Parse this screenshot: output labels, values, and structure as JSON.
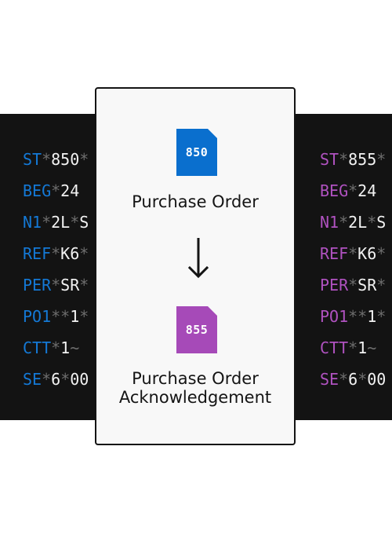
{
  "left_edi": {
    "color": "#1479d6",
    "lines": [
      {
        "seg": "ST",
        "rest": [
          {
            "sep": "*"
          },
          {
            "tok": "850"
          },
          {
            "sep": "*"
          }
        ]
      },
      {
        "seg": "BEG",
        "rest": [
          {
            "sep": "*"
          },
          {
            "tok": "24"
          }
        ]
      },
      {
        "seg": "N1",
        "rest": [
          {
            "sep": "*"
          },
          {
            "tok": "2L"
          },
          {
            "sep": "*"
          },
          {
            "tok": "S"
          }
        ]
      },
      {
        "seg": "REF",
        "rest": [
          {
            "sep": "*"
          },
          {
            "tok": "K6"
          },
          {
            "sep": "*"
          }
        ]
      },
      {
        "seg": "PER",
        "rest": [
          {
            "sep": "*"
          },
          {
            "tok": "SR"
          },
          {
            "sep": "*"
          }
        ]
      },
      {
        "seg": "PO1",
        "rest": [
          {
            "sep": "*"
          },
          {
            "sep": "*"
          },
          {
            "tok": "1"
          },
          {
            "sep": "*"
          }
        ]
      },
      {
        "seg": "CTT",
        "rest": [
          {
            "sep": "*"
          },
          {
            "tok": "1"
          },
          {
            "sep": "~"
          }
        ]
      },
      {
        "seg": "SE",
        "rest": [
          {
            "sep": "*"
          },
          {
            "tok": "6"
          },
          {
            "sep": "*"
          },
          {
            "tok": "00"
          }
        ]
      }
    ]
  },
  "right_edi": {
    "color": "#b052c0",
    "lines": [
      {
        "seg": "ST",
        "rest": [
          {
            "sep": "*"
          },
          {
            "tok": "855"
          },
          {
            "sep": "*"
          }
        ]
      },
      {
        "seg": "BEG",
        "rest": [
          {
            "sep": "*"
          },
          {
            "tok": "24"
          }
        ]
      },
      {
        "seg": "N1",
        "rest": [
          {
            "sep": "*"
          },
          {
            "tok": "2L"
          },
          {
            "sep": "*"
          },
          {
            "tok": "S"
          }
        ]
      },
      {
        "seg": "REF",
        "rest": [
          {
            "sep": "*"
          },
          {
            "tok": "K6"
          },
          {
            "sep": "*"
          }
        ]
      },
      {
        "seg": "PER",
        "rest": [
          {
            "sep": "*"
          },
          {
            "tok": "SR"
          },
          {
            "sep": "*"
          }
        ]
      },
      {
        "seg": "PO1",
        "rest": [
          {
            "sep": "*"
          },
          {
            "sep": "*"
          },
          {
            "tok": "1"
          },
          {
            "sep": "*"
          }
        ]
      },
      {
        "seg": "CTT",
        "rest": [
          {
            "sep": "*"
          },
          {
            "tok": "1"
          },
          {
            "sep": "~"
          }
        ]
      },
      {
        "seg": "SE",
        "rest": [
          {
            "sep": "*"
          },
          {
            "tok": "6"
          },
          {
            "sep": "*"
          },
          {
            "tok": "00"
          }
        ]
      }
    ]
  },
  "card": {
    "doc_850": {
      "code": "850",
      "color": "#0a6fce",
      "icon": "document-icon"
    },
    "label_850": "Purchase Order",
    "arrow_icon": "arrow-down-icon",
    "doc_855": {
      "code": "855",
      "color": "#a64ab8",
      "icon": "document-icon"
    },
    "label_855_line1": "Purchase Order",
    "label_855_line2": "Acknowledgement"
  }
}
